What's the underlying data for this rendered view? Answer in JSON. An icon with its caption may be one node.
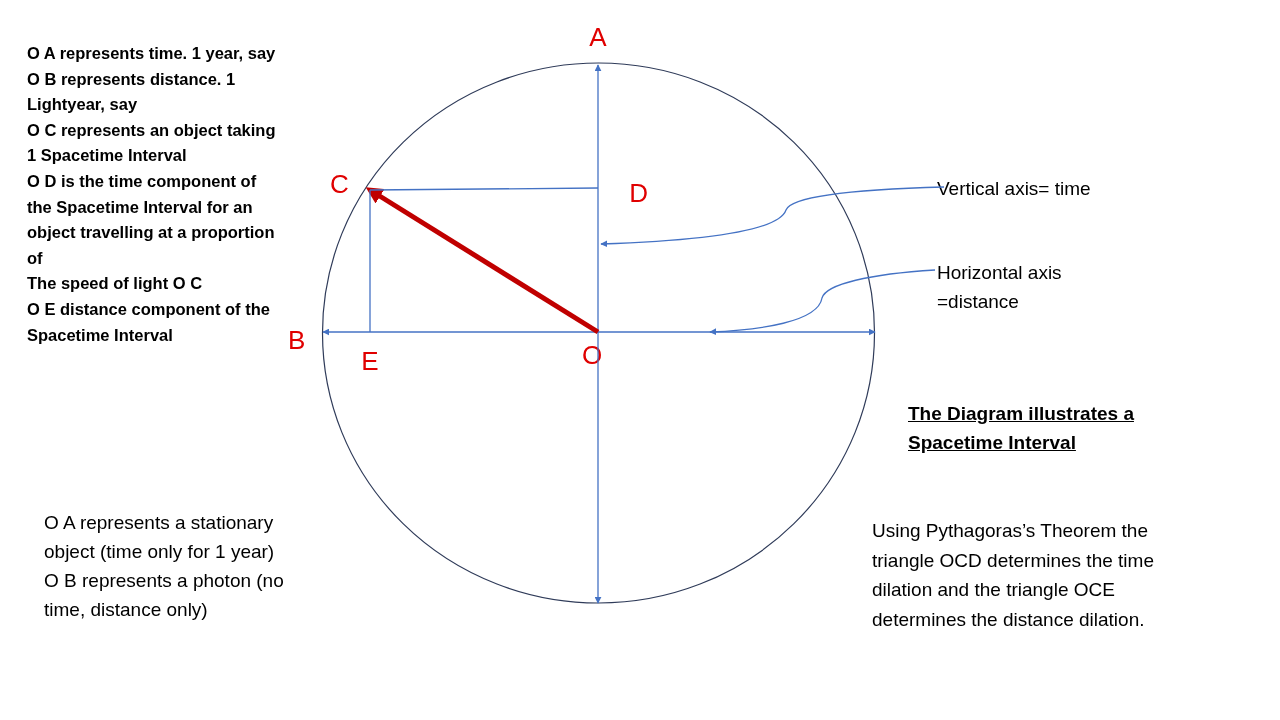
{
  "diagram": {
    "title": "The Diagram illustrates a Spacetime Interval",
    "nodes": [
      {
        "text": [
          "A"
        ]
      },
      {
        "text": [
          "B"
        ]
      },
      {
        "text": [
          "C"
        ]
      },
      {
        "text": [
          "D"
        ]
      },
      {
        "text": [
          "E"
        ]
      },
      {
        "text": [
          "O"
        ]
      },
      {
        "text": [
          "Vertical axis= time"
        ]
      },
      {
        "text": [
          "Horizontal axis =distance"
        ]
      }
    ],
    "edges": [
      {
        "from": 5,
        "to": 0,
        "arrow": "to"
      },
      {
        "from": 5,
        "to": 1,
        "arrow": "to"
      },
      {
        "from": 5,
        "to": null,
        "arrow": "to"
      },
      {
        "from": 5,
        "to": null,
        "arrow": "to"
      },
      {
        "from": 5,
        "to": 2,
        "arrow": "to",
        "style": "thick",
        "color": "#c00000"
      },
      {
        "from": 2,
        "to": 3,
        "arrow": "none"
      },
      {
        "from": 2,
        "to": 4,
        "arrow": "none"
      },
      {
        "from": 6,
        "to": null,
        "arrow": "to"
      },
      {
        "from": 7,
        "to": null,
        "arrow": "to"
      }
    ],
    "labels": [
      "O A represents time. 1 year, say",
      "O B represents distance. 1 Lightyear, say",
      "O C represents an object taking 1 Spacetime Interval",
      "O D is the time component of the Spacetime Interval for an object travelling at a proportion of",
      "The speed of light O C",
      "O E distance component of the Spacetime Interval",
      "O A represents a stationary object (time only for 1 year)",
      "O B represents a photon (no time, distance only)",
      "Using Pythagoras’s Theorem the triangle OCD determines the time dilation and the triangle OCE determines the distance dilation."
    ]
  }
}
